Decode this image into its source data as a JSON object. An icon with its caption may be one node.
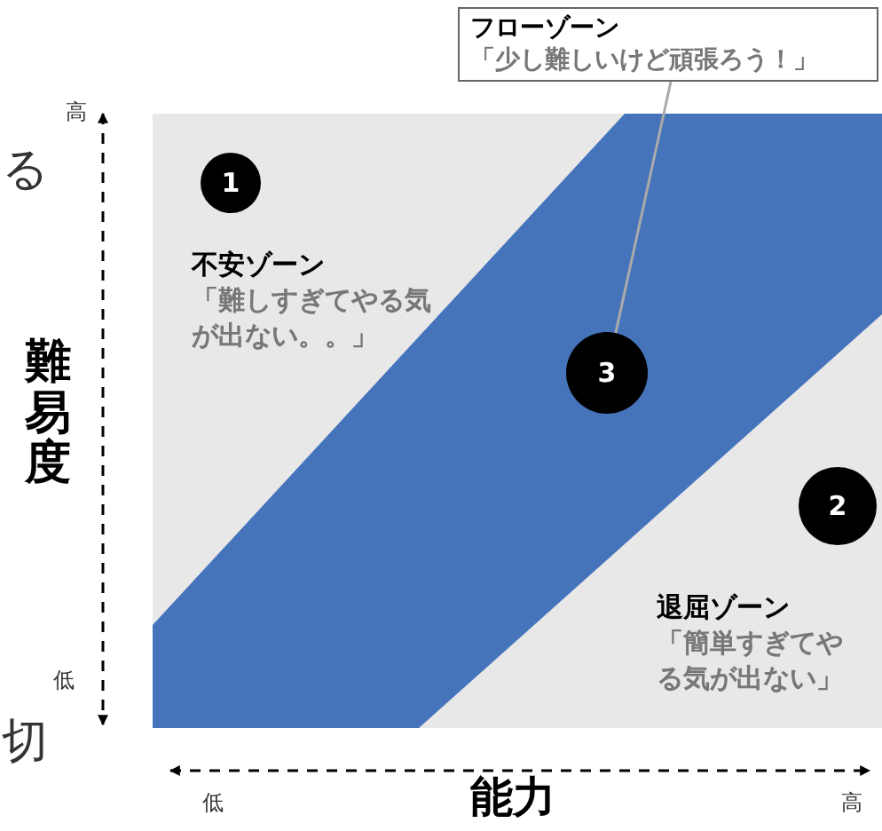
{
  "diagram": {
    "nodes": [
      {
        "text": [
          "フローゾーン",
          "「少し難しいけど頑張ろう！」"
        ]
      },
      {
        "text": [
          "1"
        ]
      },
      {
        "text": [
          "3"
        ]
      },
      {
        "text": [
          "2"
        ]
      }
    ],
    "edges": [
      {
        "from": 0,
        "to": 2,
        "arrow": "none"
      }
    ],
    "labels": [
      "る",
      "高",
      "不安ゾーン",
      "「難しすぎてやる気が出ない。。」",
      "難易度",
      "退屈ゾーン",
      "「簡単すぎてやる気が出ない」",
      "低",
      "切",
      "低",
      "能力",
      "高"
    ]
  }
}
